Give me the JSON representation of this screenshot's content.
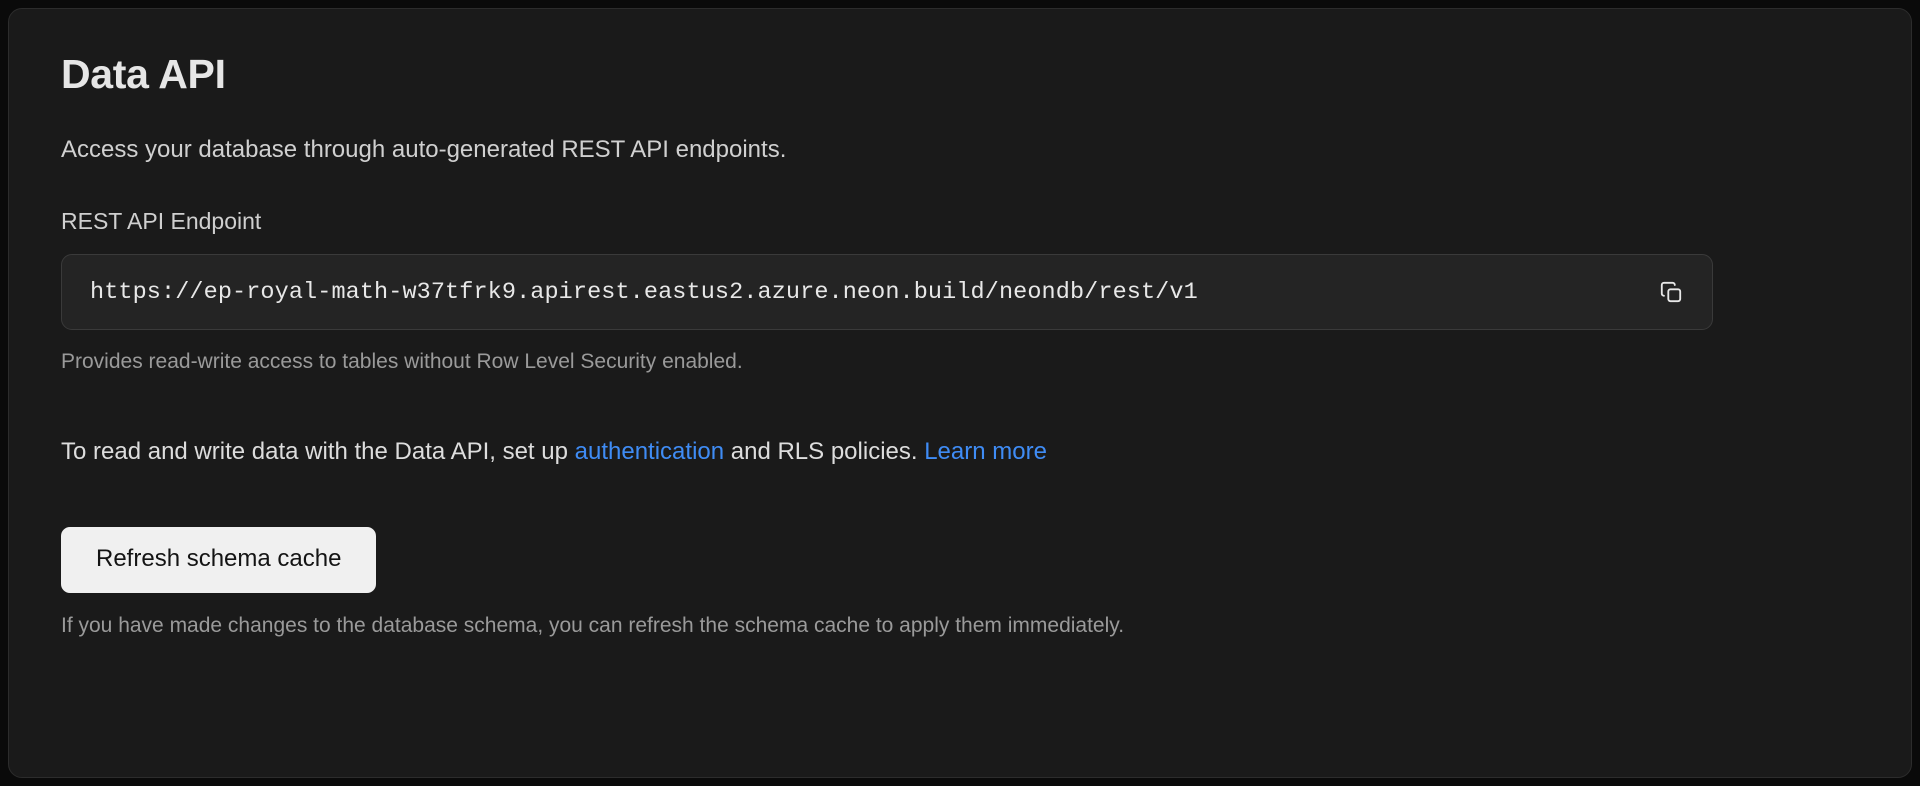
{
  "card": {
    "title": "Data API",
    "subtitle": "Access your database through auto-generated REST API endpoints.",
    "endpoint_field": {
      "label": "REST API Endpoint",
      "value": "https://ep-royal-math-w37tfrk9.apirest.eastus2.azure.neon.build/neondb/rest/v1",
      "placeholder": "https://",
      "copy_icon": "copy-icon",
      "help_text": "Provides read-write access to tables without Row Level Security enabled."
    },
    "auth_note": {
      "lead": "To read and write data with the Data API, set up ",
      "auth_link": "authentication",
      "middle": " and RLS policies. ",
      "learn_more_link": "Learn more"
    },
    "refresh": {
      "button_label": "Refresh schema cache",
      "help_text": "If you have made changes to the database schema, you can refresh the schema cache to apply them immediately."
    }
  },
  "colors": {
    "page_background": "#0a0a0a",
    "card_background": "#1a1a1a",
    "card_border": "#2c2c2c",
    "input_background": "#242424",
    "input_border": "#3a3a3a",
    "link_blue": "#3f8cf5",
    "button_background": "#f0f0f0",
    "button_text": "#141414",
    "primary_text": "#e6e6e6",
    "muted_text": "#9a9a9a"
  }
}
